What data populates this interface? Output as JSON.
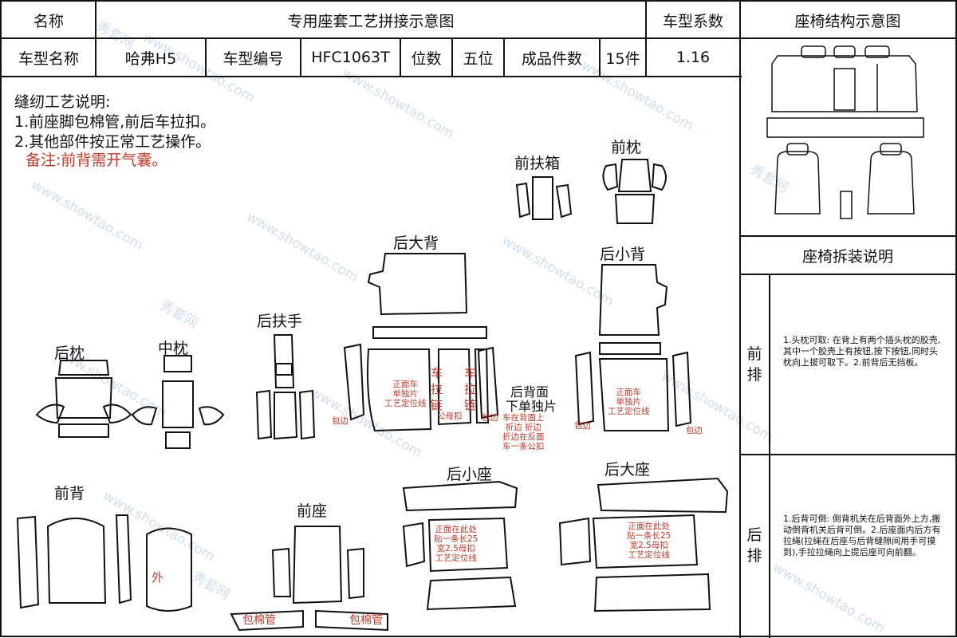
{
  "header": {
    "name_label": "名称",
    "title": "专用座套工艺拼接示意图",
    "coef_label": "车型系数",
    "structure_title": "座椅结构示意图"
  },
  "info_row": {
    "model_name_label": "车型名称",
    "model_name": "哈弗H5",
    "model_code_label": "车型编号",
    "model_code": "HFC1063T",
    "seats_label": "位数",
    "seats": "五位",
    "pieces_label": "成品件数",
    "pieces": "15件",
    "coef": "1.16"
  },
  "notes": {
    "heading": "缝纫工艺说明:",
    "line1": "1.前座脚包棉管,前后车拉扣。",
    "line2": "2.其他部件按正常工艺操作。",
    "remark": "备注:前背需开气囊。"
  },
  "parts": {
    "front_armrest_box": "前扶箱",
    "front_headrest": "前枕",
    "rear_big_back": "后大背",
    "rear_small_back": "后小背",
    "rear_armrest": "后扶手",
    "rear_headrest": "后枕",
    "mid_headrest": "中枕",
    "rear_back_face": "后背面",
    "single_bottom_piece": "下单独片",
    "rear_small_seat": "后小座",
    "rear_big_seat": "后大座",
    "front_back": "前背",
    "front_seat": "前座"
  },
  "annotations": {
    "front_sew_1": "正面车",
    "front_sew_2": "单独片",
    "process_line": "工艺定位线",
    "che": "车",
    "la": "拉",
    "lian": "链",
    "edge_wrap_left": "包边",
    "edge_wrap_mid": "包边",
    "edge_wrap_right": "包边",
    "edge_wrap_far": "包边",
    "female_snap": "公母扣",
    "fold_1": "车在背面上",
    "fold_2": "折边    折边",
    "fold_3": "折边在反面",
    "fold_4": "车一条公扣",
    "seat_note_1": "正面在此处",
    "seat_note_2": "贴一条长25",
    "seat_note_3": "宽2.5母扣",
    "outer": "外",
    "foam_tube_1": "包棉管",
    "foam_tube_2": "包棉管"
  },
  "disassembly": {
    "title": "座椅拆装说明",
    "front_label": "前排",
    "front_text": "1.头枕可取: 在背上有两个插头枕的胶壳,其中一个胶壳上有按钮,按下按钮,同时头枕向上拔可取下。2.前背后无挡板。",
    "rear_label": "后排",
    "rear_text": "1.后背可倒: 倒背机关在后背面外上方,搬动倒背机关后背可倒。2.后座面内后方有拉绳(拉绳在后座与后背缝隙间用手可摸到),手拉拉绳向上提后座可向前翻。"
  },
  "watermark": {
    "cn": "秀套网",
    "url": "www.showtao.com"
  },
  "colors": {
    "line": "#111111",
    "red_text": "#c0392b",
    "watermark": "#a9c4e8"
  }
}
